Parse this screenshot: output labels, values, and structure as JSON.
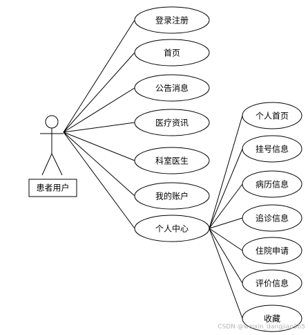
{
  "actor": {
    "label": "患者用户"
  },
  "use_cases": [
    {
      "id": "login-register",
      "label": "登录注册"
    },
    {
      "id": "home",
      "label": "首页"
    },
    {
      "id": "announcements",
      "label": "公告消息"
    },
    {
      "id": "medical-news",
      "label": "医疗资讯"
    },
    {
      "id": "departments-doctors",
      "label": "科室医生"
    },
    {
      "id": "my-account",
      "label": "我的账户"
    },
    {
      "id": "personal-center",
      "label": "个人中心"
    }
  ],
  "sub_use_cases": [
    {
      "id": "personal-home",
      "label": "个人首页"
    },
    {
      "id": "registration-info",
      "label": "挂号信息"
    },
    {
      "id": "medical-records",
      "label": "病历信息"
    },
    {
      "id": "follow-up-info",
      "label": "追诊信息"
    },
    {
      "id": "hospitalization-apply",
      "label": "住院申请"
    },
    {
      "id": "evaluation-info",
      "label": "评价信息"
    },
    {
      "id": "favorites",
      "label": "收藏"
    }
  ],
  "watermark": "CSDN @weixin_dangjiao365"
}
